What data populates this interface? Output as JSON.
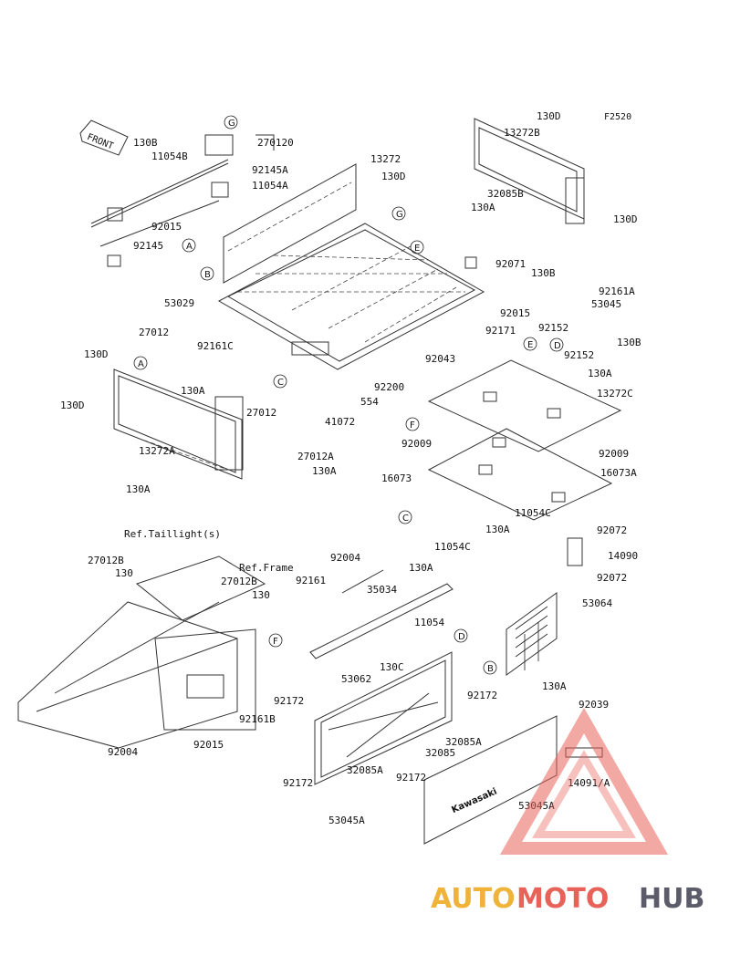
{
  "diagram_code": "F2520",
  "front_tag": "FRONT",
  "ref_taillight": "Ref.Taillight(s)",
  "ref_frame": "Ref.Frame",
  "callouts": [
    "A",
    "B",
    "C",
    "D",
    "E",
    "F",
    "G"
  ],
  "parts": [
    "130D",
    "13272B",
    "130B",
    "11054B",
    "270120",
    "92145A",
    "11054A",
    "92015",
    "92145",
    "13272",
    "130D",
    "32085B",
    "130A",
    "130D",
    "92071",
    "130B",
    "92161A",
    "53045",
    "53029",
    "92015",
    "27012",
    "92161C",
    "92152",
    "92152",
    "130B",
    "130A",
    "92171",
    "92043",
    "13272C",
    "130D",
    "554",
    "92200",
    "41072",
    "27012",
    "130A",
    "130D",
    "13272A",
    "27012A",
    "92009",
    "92009",
    "16073",
    "16073A",
    "130A",
    "130A",
    "11054C",
    "130A",
    "92072",
    "14090",
    "92072",
    "53064",
    "92004",
    "11054C",
    "92161",
    "130A",
    "35034",
    "27012B",
    "130",
    "27012B",
    "130",
    "11054",
    "130C",
    "53062",
    "92172",
    "130A",
    "92039",
    "92172",
    "32085A",
    "32085",
    "92004",
    "92015",
    "92161B",
    "92172",
    "92172",
    "32085A",
    "53045A",
    "14091/A",
    "53045A"
  ],
  "tailgate_brand": "Kawasaki",
  "watermark": {
    "part1": "AUTO",
    "part2": "MOTO",
    "part3": "HUB",
    "color1": "#f0b33a",
    "color2": "#e8625a",
    "color3": "#5b5b6a"
  }
}
